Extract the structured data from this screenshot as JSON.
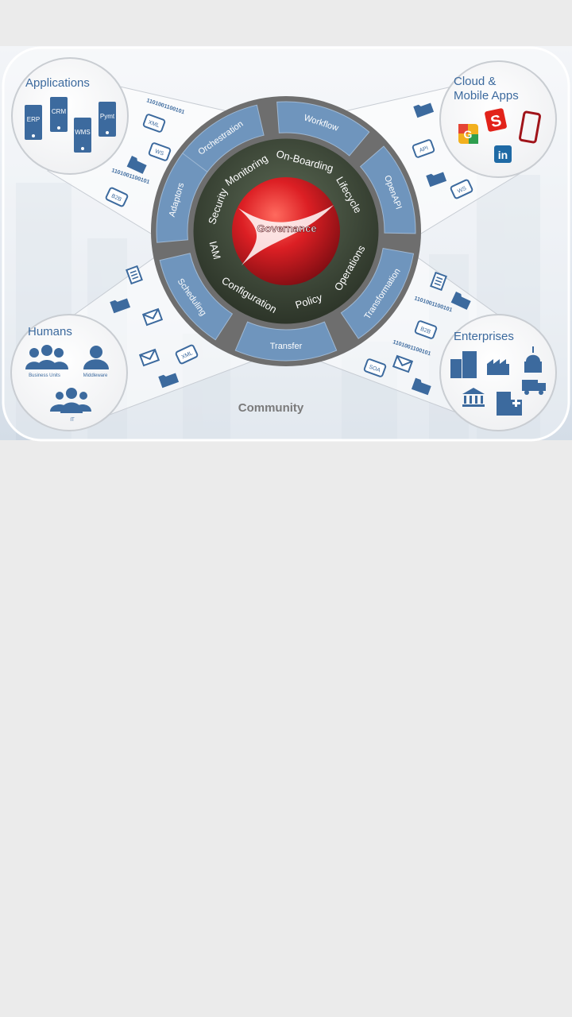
{
  "center": {
    "label": "Governance"
  },
  "outer_ring": [
    "Orchestration",
    "Workflow",
    "OpenAPI",
    "Transformation",
    "Transfer",
    "Scheduling",
    "Adaptors"
  ],
  "inner_ring": [
    "Monitoring",
    "On-Boarding",
    "Lifecycle",
    "Operations",
    "Policy",
    "Configuration",
    "IAM",
    "Security"
  ],
  "bottom_label": "Community",
  "corners": {
    "applications": {
      "title": "Applications",
      "servers": [
        "ERP",
        "CRM",
        "WMS",
        "Pymt"
      ]
    },
    "cloud": {
      "title_line1": "Cloud &",
      "title_line2": "Mobile Apps"
    },
    "humans": {
      "title": "Humans",
      "groups": [
        "Business Units",
        "Middleware",
        "IT"
      ]
    },
    "enterprises": {
      "title": "Enterprises"
    }
  },
  "binary_text": "1101001100101",
  "doc_tags": {
    "xml": "XML",
    "ws": "WS",
    "b2b": "B2B",
    "api": "API",
    "soa": "SOA"
  },
  "colors": {
    "accent_blue": "#3c6a9e",
    "ring_blue": "#6f95bd",
    "ring_dark": "#3b4636",
    "core_red": "#d21f2a",
    "frame_gray": "#6e6e6e"
  },
  "icons": [
    "folder-icon",
    "envelope-icon",
    "document-icon",
    "building-icon",
    "factory-icon",
    "capitol-icon",
    "bank-icon",
    "hospital-icon",
    "truck-icon",
    "google-icon",
    "s-app-icon",
    "phone-icon",
    "linkedin-icon"
  ]
}
